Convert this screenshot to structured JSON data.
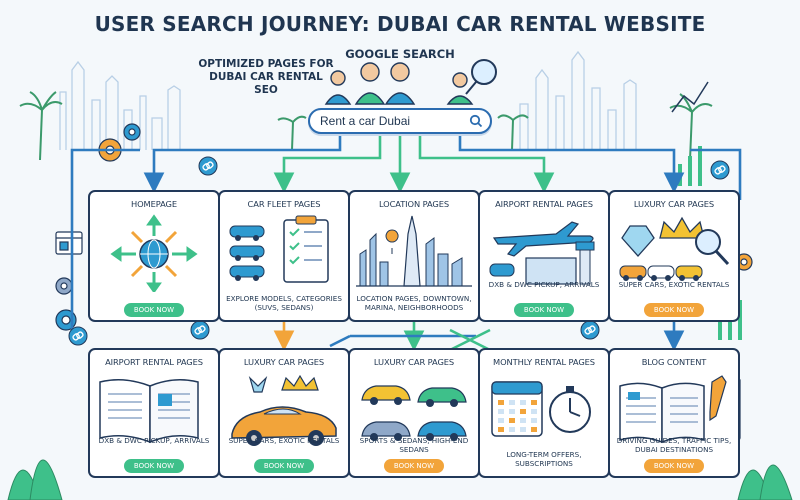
{
  "title": "USER SEARCH JOURNEY: DUBAI CAR RENTAL WEBSITE",
  "optimized_label": "OPTIMIZED PAGES FOR DUBAI CAR RENTAL SEO",
  "google_label": "GOOGLE SEARCH",
  "search": {
    "value": "Rent a car Dubai"
  },
  "colors": {
    "navy": "#22395a",
    "green": "#3ec08a",
    "orange": "#f2a43a",
    "blue": "#2b6cb0",
    "teal": "#2e9ad0"
  },
  "rows": [
    [
      {
        "title": "HOMEPAGE",
        "caption": "",
        "button": "BOOK NOW",
        "btn_color": "#3ec08a",
        "icon": "globe-arrows-icon"
      },
      {
        "title": "CAR FLEET PAGES",
        "caption": "EXPLORE MODELS, CATEGORIES (SUVs, SEDANS)",
        "button": "",
        "btn_color": "",
        "icon": "car-fleet-checklist-icon"
      },
      {
        "title": "LOCATION PAGES",
        "caption": "LOCATION PAGES, DOWNTOWN, MARINA, NEIGHBORHOODS",
        "button": "",
        "btn_color": "",
        "icon": "dubai-skyline-icon"
      },
      {
        "title": "AIRPORT RENTAL PAGES",
        "caption": "DXB & DWC PICKUP, ARRIVALS",
        "button": "BOOK NOW",
        "btn_color": "#3ec08a",
        "icon": "airplane-icon"
      },
      {
        "title": "LUXURY CAR PAGES",
        "caption": "SUPER CARS, EXOTIC RENTALS",
        "button": "BOOK NOW",
        "btn_color": "#f2a43a",
        "icon": "diamond-crown-icon"
      }
    ],
    [
      {
        "title": "AIRPORT RENTAL PAGES",
        "caption": "DXB & DWC PICKUP, ARRIVALS",
        "button": "BOOK NOW",
        "btn_color": "#3ec08a",
        "icon": "open-book-icon"
      },
      {
        "title": "LUXURY CAR PAGES",
        "caption": "SUPER CARS, EXOTIC RENTALS",
        "button": "BOOK NOW",
        "btn_color": "#3ec08a",
        "icon": "sports-car-icon"
      },
      {
        "title": "LUXURY CAR PAGES",
        "caption": "SPORTS & SEDANS, HIGH-END SEDANS",
        "button": "BOOK NOW",
        "btn_color": "#f2a43a",
        "icon": "sedans-icon"
      },
      {
        "title": "MONTHLY RENTAL PAGES",
        "caption": "LONG-TERM OFFERS, SUBSCRIPTIONS",
        "button": "",
        "btn_color": "",
        "icon": "calendar-clock-icon"
      },
      {
        "title": "BLOG CONTENT",
        "caption": "DRIVING GUIDES, TRAFFIC TIPS, DUBAI DESTINATIONS",
        "button": "BOOK NOW",
        "btn_color": "#f2a43a",
        "icon": "blog-book-icon"
      }
    ]
  ]
}
